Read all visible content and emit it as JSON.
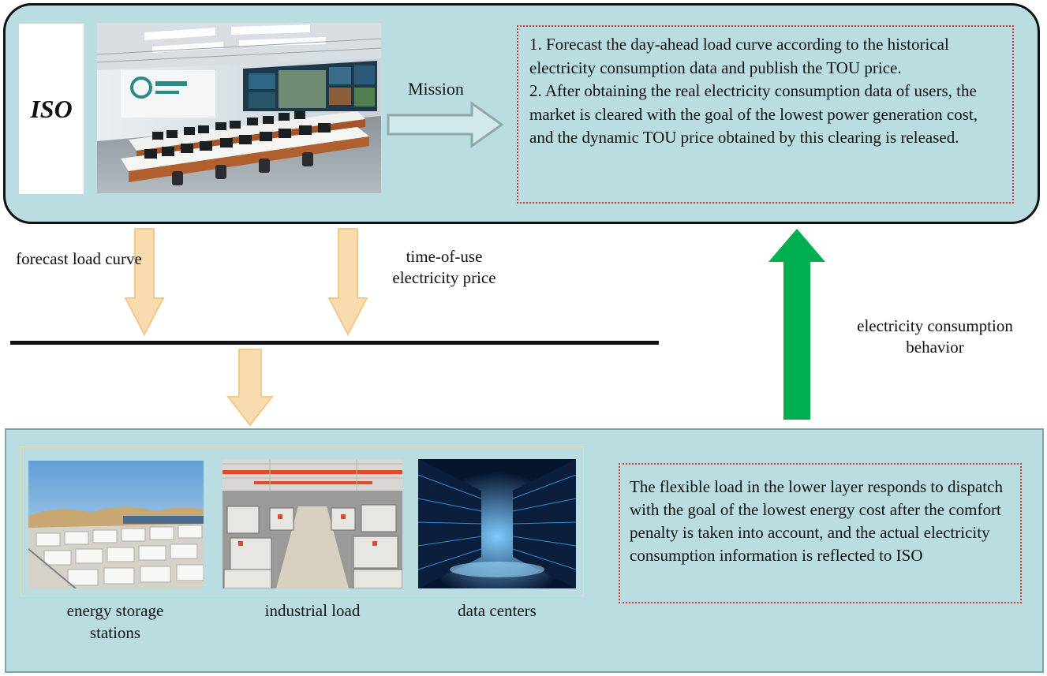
{
  "iso": {
    "label": "ISO",
    "mission_label": "Mission",
    "mission_text": "1. Forecast the day-ahead load curve according to the historical electricity consumption data and publish the TOU price.\n2. After obtaining the real electricity consumption data of users, the market is cleared with the goal of the lowest power generation cost, and the dynamic TOU price obtained by this clearing is released.",
    "mission_items": [
      "1. Forecast the day-ahead load curve according to the historical electricity consumption data and publish the TOU price.",
      "2. After obtaining the real electricity consumption data of users, the market is cleared with the goal of the lowest power generation cost, and the dynamic TOU price obtained by this clearing is released."
    ]
  },
  "flows": {
    "forecast_label": "forecast load curve",
    "tou_label": "time-of-use electricity price",
    "behavior_label": "electricity consumption behavior"
  },
  "loads": {
    "captions": [
      "energy storage stations",
      "industrial load",
      "data centers"
    ],
    "response_text": "The flexible load in the lower layer responds to dispatch with the goal of the lowest energy cost after the comfort penalty is taken into account, and the actual electricity consumption information is reflected to ISO"
  },
  "colors": {
    "panel_fill": "#b9dde0",
    "dotted_border": "#d93030",
    "down_arrow": "#f8dcae",
    "up_arrow": "#00b050",
    "mission_arrow": "#8fa8a8"
  }
}
